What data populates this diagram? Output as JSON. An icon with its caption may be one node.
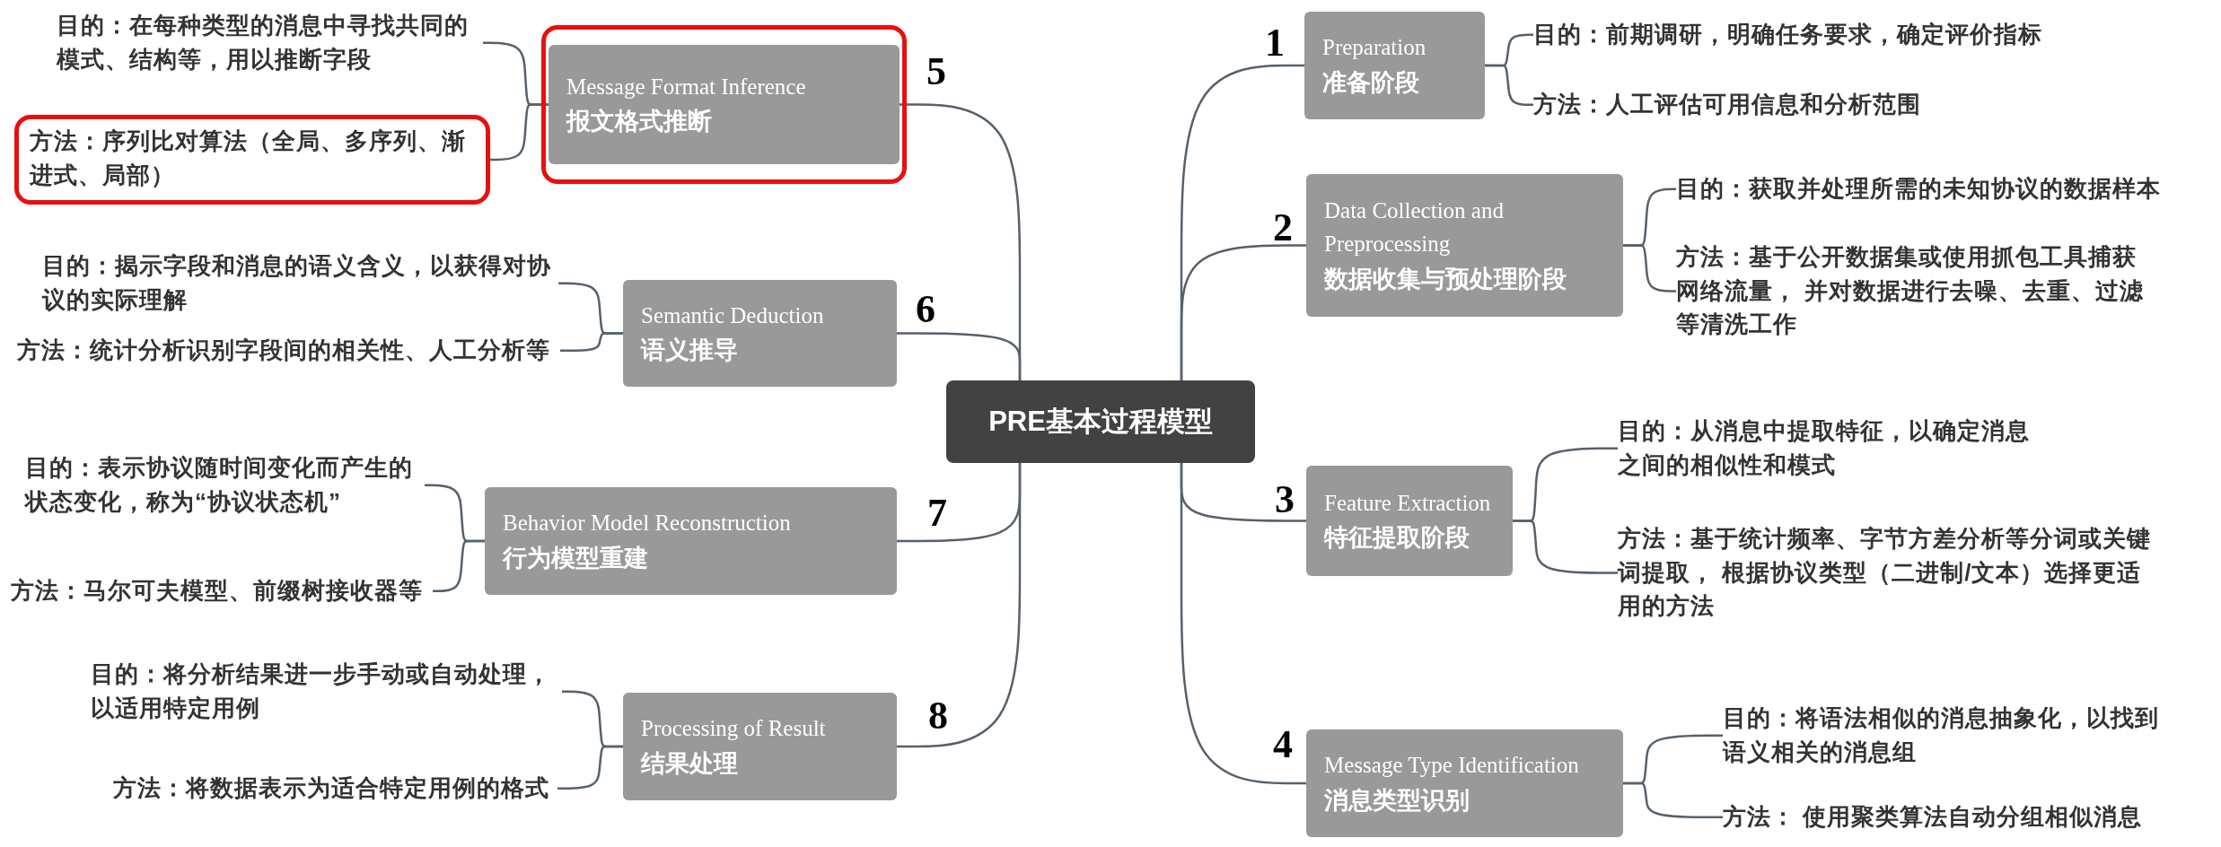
{
  "diagram": {
    "nodes": [
      {
        "text": [
          "PRE基本过程模型"
        ]
      },
      {
        "text": [
          "Preparation",
          "准备阶段"
        ],
        "beside": [
          "1"
        ]
      },
      {
        "text": [
          "目的：前期调研，明确任务要求，确定评价指标"
        ]
      },
      {
        "text": [
          "方法：人工评估可用信息和分析范围"
        ]
      },
      {
        "text": [
          "Data Collection and Preprocessing",
          "数据收集与预处理阶段"
        ],
        "beside": [
          "2"
        ]
      },
      {
        "text": [
          "目的：获取并处理所需的未知协议的数据样本"
        ]
      },
      {
        "text": [
          "方法：基于公开数据集或使用抓包工具捕获网络流量， 并对数据进行去噪、去重、过滤等清洗工作"
        ]
      },
      {
        "text": [
          "Feature Extraction",
          "特征提取阶段"
        ],
        "beside": [
          "3"
        ]
      },
      {
        "text": [
          "目的：从消息中提取特征，以确定消息之间的相似性和模式"
        ]
      },
      {
        "text": [
          "方法：基于统计频率、字节方差分析等分词或关键词提取， 根据协议类型（二进制/文本）选择更适用的方法"
        ]
      },
      {
        "text": [
          "Message Type Identification",
          "消息类型识别"
        ],
        "beside": [
          "4"
        ]
      },
      {
        "text": [
          "目的：将语法相似的消息抽象化，以找到语义相关的消息组"
        ]
      },
      {
        "text": [
          "方法： 使用聚类算法自动分组相似消息"
        ]
      },
      {
        "text": [],
        "shape": "box"
      },
      {
        "text": [
          "Message Format Inference",
          "报文格式推断"
        ],
        "beside": [
          "5"
        ],
        "in": 13
      },
      {
        "text": [
          "目的：在每种类型的消息中寻找共同的模式、结构等，用以推断字段"
        ]
      },
      {
        "text": [],
        "shape": "box"
      },
      {
        "text": [
          "方法：序列比对算法（全局、多序列、渐进式、局部）"
        ],
        "in": 16
      },
      {
        "text": [
          "Semantic Deduction",
          "语义推导"
        ],
        "beside": [
          "6"
        ]
      },
      {
        "text": [
          "目的：揭示字段和消息的语义含义，以获得对协议的实际理解"
        ]
      },
      {
        "text": [
          "方法：统计分析识别字段间的相关性、人工分析等"
        ]
      },
      {
        "text": [
          "Behavior Model Reconstruction",
          "行为模型重建"
        ],
        "beside": [
          "7"
        ]
      },
      {
        "text": [
          "目的：表示协议随时间变化而产生的状态变化，称为“协议状态机”"
        ]
      },
      {
        "text": [
          "方法：马尔可夫模型、前缀树接收器等"
        ]
      },
      {
        "text": [
          "Processing of Result",
          "结果处理"
        ],
        "beside": [
          "8"
        ]
      },
      {
        "text": [
          "目的：将分析结果进一步手动或自动处理，以适用特定用例"
        ]
      },
      {
        "text": [
          "方法：将数据表示为适合特定用例的格式"
        ]
      }
    ],
    "edges": [
      {
        "from": 0,
        "to": 1,
        "arrow": "none"
      },
      {
        "from": 0,
        "to": 4,
        "arrow": "none"
      },
      {
        "from": 0,
        "to": 7,
        "arrow": "none"
      },
      {
        "from": 0,
        "to": 10,
        "arrow": "none"
      },
      {
        "from": 0,
        "to": 14,
        "arrow": "none"
      },
      {
        "from": 0,
        "to": 18,
        "arrow": "none"
      },
      {
        "from": 0,
        "to": 21,
        "arrow": "none"
      },
      {
        "from": 0,
        "to": 24,
        "arrow": "none"
      },
      {
        "from": 1,
        "to": 2,
        "arrow": "none"
      },
      {
        "from": 1,
        "to": 3,
        "arrow": "none"
      },
      {
        "from": 4,
        "to": 5,
        "arrow": "none"
      },
      {
        "from": 4,
        "to": 6,
        "arrow": "none"
      },
      {
        "from": 7,
        "to": 8,
        "arrow": "none"
      },
      {
        "from": 7,
        "to": 9,
        "arrow": "none"
      },
      {
        "from": 10,
        "to": 11,
        "arrow": "none"
      },
      {
        "from": 10,
        "to": 12,
        "arrow": "none"
      },
      {
        "from": 14,
        "to": 15,
        "arrow": "none"
      },
      {
        "from": 14,
        "to": 16,
        "arrow": "none"
      },
      {
        "from": 18,
        "to": 19,
        "arrow": "none"
      },
      {
        "from": 18,
        "to": 20,
        "arrow": "none"
      },
      {
        "from": 21,
        "to": 22,
        "arrow": "none"
      },
      {
        "from": 21,
        "to": 23,
        "arrow": "none"
      },
      {
        "from": 24,
        "to": 25,
        "arrow": "none"
      },
      {
        "from": 24,
        "to": 26,
        "arrow": "none"
      }
    ]
  }
}
